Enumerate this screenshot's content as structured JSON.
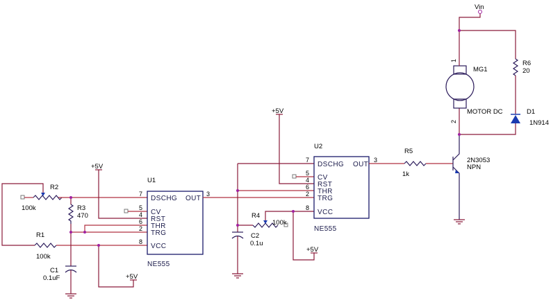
{
  "title": "Dual NE555 motor PWM schematic",
  "colors": {
    "wire": "#8a1a3a",
    "box": "#1a1a6a",
    "junction": "#a020a0",
    "arrow": "#1a3ab0"
  },
  "supply": {
    "vcc_label": "+5V",
    "vin_label": "Vin"
  },
  "u1": {
    "ref": "U1",
    "part": "NE555",
    "pins": {
      "dschg": {
        "num": "7",
        "name": "DSCHG"
      },
      "out": {
        "num": "3",
        "name": "OUT"
      },
      "cv": {
        "num": "5",
        "name": "CV"
      },
      "rst": {
        "num": "4",
        "name": "RST"
      },
      "thr": {
        "num": "6",
        "name": "THR"
      },
      "trg": {
        "num": "2",
        "name": "TRG"
      },
      "vcc": {
        "num": "8",
        "name": "VCC"
      }
    }
  },
  "u2": {
    "ref": "U2",
    "part": "NE555",
    "pins": {
      "dschg": {
        "num": "7",
        "name": "DSCHG"
      },
      "out": {
        "num": "3",
        "name": "OUT"
      },
      "cv": {
        "num": "5",
        "name": "CV"
      },
      "rst": {
        "num": "4",
        "name": "RST"
      },
      "thr": {
        "num": "6",
        "name": "THR"
      },
      "trg": {
        "num": "2",
        "name": "TRG"
      },
      "vcc": {
        "num": "8",
        "name": "VCC"
      }
    }
  },
  "components": {
    "r1": {
      "ref": "R1",
      "value": "100k"
    },
    "r2": {
      "ref": "R2",
      "value": "100k"
    },
    "r3": {
      "ref": "R3",
      "value": "470"
    },
    "r4": {
      "ref": "R4",
      "value": "100k"
    },
    "r5": {
      "ref": "R5",
      "value": "1k"
    },
    "r6": {
      "ref": "R6",
      "value": "20"
    },
    "c1": {
      "ref": "C1",
      "value": "0.1uF"
    },
    "c2": {
      "ref": "C2",
      "value": "0.1u"
    },
    "mg1": {
      "ref": "MG1",
      "value": "MOTOR DC",
      "pin1": "1",
      "pin2": "2"
    },
    "d1": {
      "ref": "D1",
      "value": "1N914"
    },
    "q1": {
      "part": "2N3053",
      "type": "NPN"
    }
  }
}
